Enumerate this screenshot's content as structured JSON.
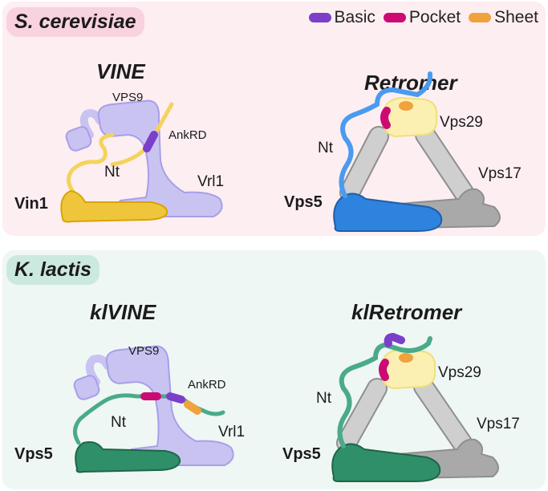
{
  "legend": [
    {
      "label": "Basic",
      "color": "#7b3fc9"
    },
    {
      "label": "Pocket",
      "color": "#cc0a74"
    },
    {
      "label": "Sheet",
      "color": "#f0a23c"
    }
  ],
  "panels": {
    "top": {
      "species": "S. cerevisiae",
      "vine": {
        "title": "VINE",
        "vps9": "VPS9",
        "ankrd": "AnkRD",
        "nt": "Nt",
        "vrl1": "Vrl1",
        "partner": "Vin1"
      },
      "retromer": {
        "title": "Retromer",
        "nt": "Nt",
        "vps29": "Vps29",
        "vps17": "Vps17",
        "vps5": "Vps5"
      }
    },
    "bottom": {
      "species": "K. lactis",
      "vine": {
        "title": "klVINE",
        "vps9": "VPS9",
        "ankrd": "AnkRD",
        "nt": "Nt",
        "vrl1": "Vrl1",
        "partner": "Vps5"
      },
      "retromer": {
        "title": "klRetromer",
        "nt": "Nt",
        "vps29": "Vps29",
        "vps17": "Vps17",
        "vps5": "Vps5"
      }
    }
  },
  "colors": {
    "vrl1_fill": "#c9c3f2",
    "vrl1_stroke": "#a89fe8",
    "vin1_fill": "#efc63b",
    "vin1_stroke": "#d9a400",
    "nt_yellow": "#f3d35c",
    "blue_fill": "#2e83de",
    "blue_stroke": "#1e5fa8",
    "blue_tail": "#4a9bf0",
    "green_fill": "#2f8f68",
    "green_stroke": "#1e6647",
    "green_tail": "#4aaa8a",
    "grey_fill": "#a9a9a9",
    "grey_stroke": "#8f8f8f",
    "grey_arm": "#cfcfcf",
    "vps29_fill": "#fbf0b2",
    "vps29_stroke": "#efe07a"
  }
}
